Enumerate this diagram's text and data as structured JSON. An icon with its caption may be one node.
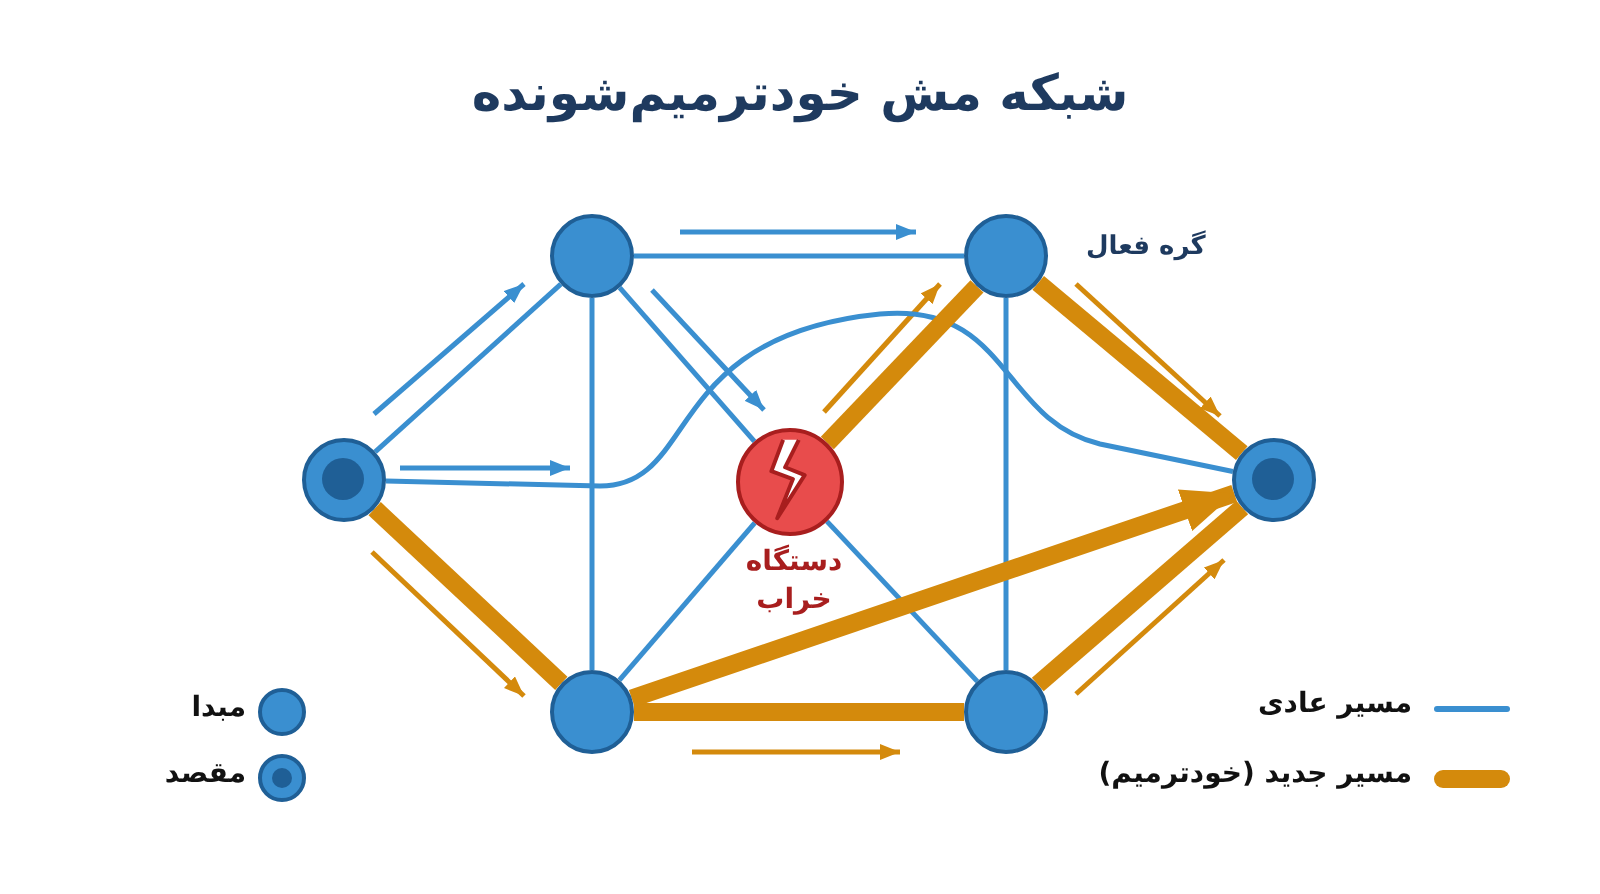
{
  "diagram": {
    "title": "شبکه مش خودترمیم‌شونده",
    "nodes": [
      {
        "text": [],
        "shape": "circle"
      },
      {
        "text": [],
        "shape": "circle"
      },
      {
        "text": [],
        "shape": "circle",
        "beside": [
          "گره فعال"
        ]
      },
      {
        "text": [
          "دستگاه خراب"
        ]
      },
      {
        "text": [],
        "shape": "circle"
      },
      {
        "text": [],
        "shape": "circle"
      },
      {
        "text": [],
        "shape": "circle"
      }
    ],
    "edges": [
      {
        "from": 0,
        "to": 1,
        "arrow": "none"
      },
      {
        "from": 0,
        "to": 6,
        "arrow": "none"
      },
      {
        "from": 1,
        "to": 2,
        "arrow": "none"
      },
      {
        "from": 1,
        "to": 3,
        "arrow": "none"
      },
      {
        "from": 1,
        "to": 4,
        "arrow": "none"
      },
      {
        "from": 2,
        "to": 5,
        "arrow": "none"
      },
      {
        "from": 3,
        "to": 4,
        "arrow": "none"
      },
      {
        "from": 3,
        "to": 5,
        "arrow": "none"
      },
      {
        "from": 0,
        "to": 4,
        "arrow": "none",
        "style": "thick",
        "color": "#d48a0c"
      },
      {
        "from": 4,
        "to": 5,
        "arrow": "none",
        "style": "thick",
        "color": "#d48a0c"
      },
      {
        "from": 4,
        "to": 6,
        "arrow": "to",
        "style": "thick",
        "color": "#d48a0c"
      },
      {
        "from": 5,
        "to": 6,
        "arrow": "none",
        "style": "thick",
        "color": "#d48a0c"
      },
      {
        "from": 3,
        "to": 2,
        "arrow": "none",
        "style": "thick",
        "color": "#d48a0c"
      },
      {
        "from": 2,
        "to": 6,
        "arrow": "none",
        "style": "thick",
        "color": "#d48a0c"
      }
    ],
    "legend": [
      {
        "text": "مبدا"
      },
      {
        "text": "مقصد"
      },
      {
        "text": "مسیر عادی"
      },
      {
        "text": "مسیر جدید (خودترمیم)"
      }
    ]
  }
}
